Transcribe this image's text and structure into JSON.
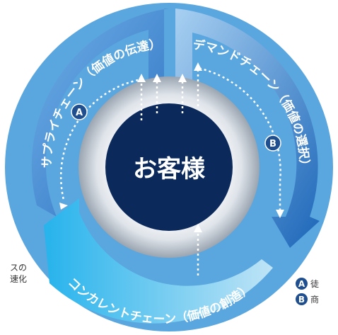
{
  "center": {
    "label": "お客様"
  },
  "arcs": {
    "supply": "サプライチェーン（価値の伝達）",
    "demand": "デマンドチェーン（価値の選択）",
    "concurrent": "コンカレントチェーン（価値の創造）"
  },
  "markers": {
    "a": "A",
    "b": "B"
  },
  "side_note": {
    "line1": "スの",
    "line2": "速化"
  },
  "legend": [
    {
      "letter": "A",
      "text": "徒"
    },
    {
      "letter": "B",
      "text": "商"
    }
  ],
  "colors": {
    "center_navy": "#0b2a5b",
    "supply_blue": "#3b86cf",
    "demand_blue": "#2f7fc8",
    "concurrent_cyan": "#2fb0e8",
    "marker_navy": "#1f4f8f"
  }
}
